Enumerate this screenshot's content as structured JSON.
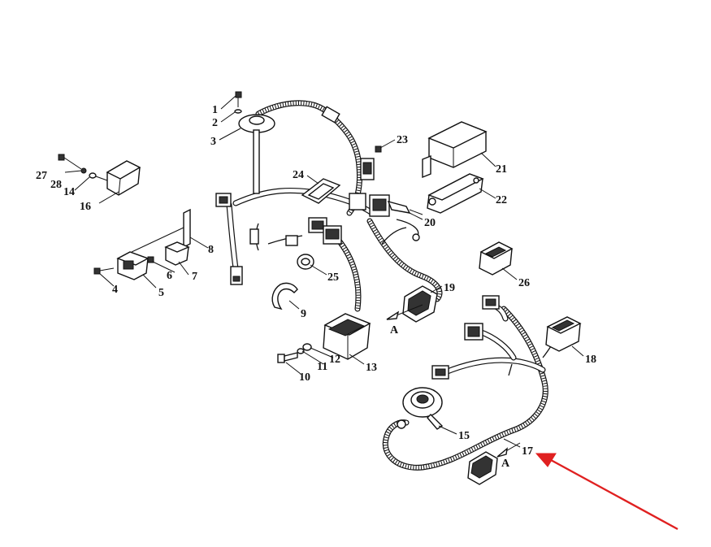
{
  "diagram": {
    "labels": [
      "1",
      "2",
      "3",
      "4",
      "5",
      "6",
      "7",
      "8",
      "9",
      "10",
      "11",
      "12",
      "13",
      "14",
      "15",
      "16",
      "17",
      "18",
      "19",
      "20",
      "21",
      "22",
      "23",
      "24",
      "25",
      "26",
      "27",
      "28"
    ],
    "view_markers": [
      "A",
      "A"
    ],
    "highlight_color": "#e02020",
    "highlighted_part": "17"
  }
}
